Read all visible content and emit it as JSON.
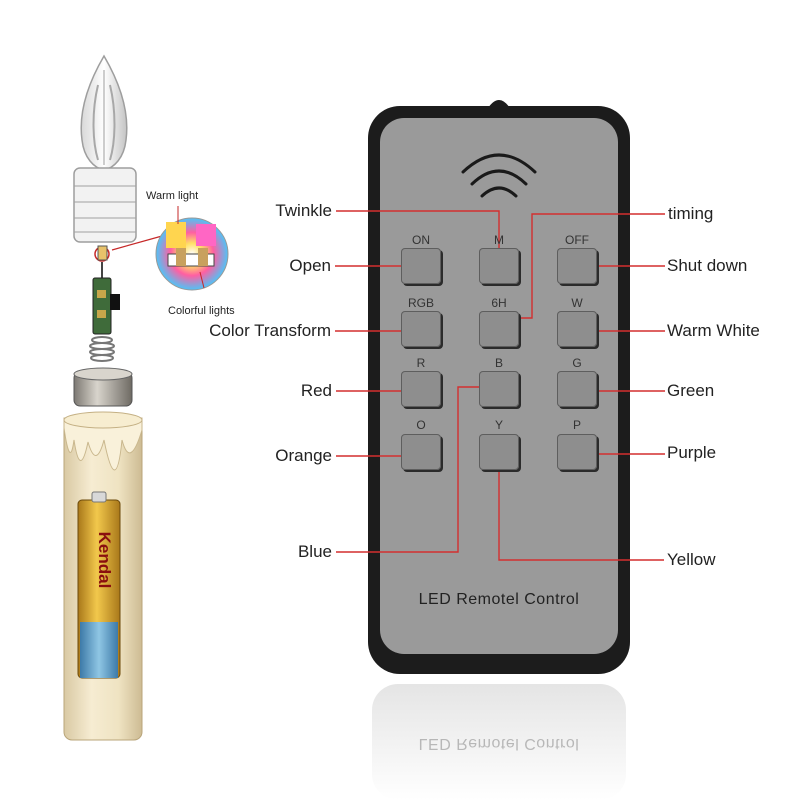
{
  "remote": {
    "title": "LED Remotel Control",
    "buttons": [
      {
        "label": "ON"
      },
      {
        "label": "M"
      },
      {
        "label": "OFF"
      },
      {
        "label": "RGB"
      },
      {
        "label": "6H"
      },
      {
        "label": "W"
      },
      {
        "label": "R"
      },
      {
        "label": "B"
      },
      {
        "label": "G"
      },
      {
        "label": "O"
      },
      {
        "label": "Y"
      },
      {
        "label": "P"
      }
    ]
  },
  "callouts": {
    "twinkle": "Twinkle",
    "timing": "timing",
    "open": "Open",
    "shut_down": "Shut down",
    "color_transform": "Color Transform",
    "warm_white": "Warm White",
    "red": "Red",
    "green": "Green",
    "orange": "Orange",
    "purple": "Purple",
    "blue": "Blue",
    "yellow": "Yellow"
  },
  "candle": {
    "warm_light_label": "Warm light",
    "colorful_lights_label": "Colorful lights",
    "battery_brand": "Kendal"
  },
  "colors": {
    "remote_body": "#1c1c1c",
    "remote_face": "#9a9a9a",
    "button": "#8e8e8e",
    "callout_line": "#d32f2f",
    "candle_wax": "#efe3c2",
    "battery_gold": "#d4a52a"
  }
}
